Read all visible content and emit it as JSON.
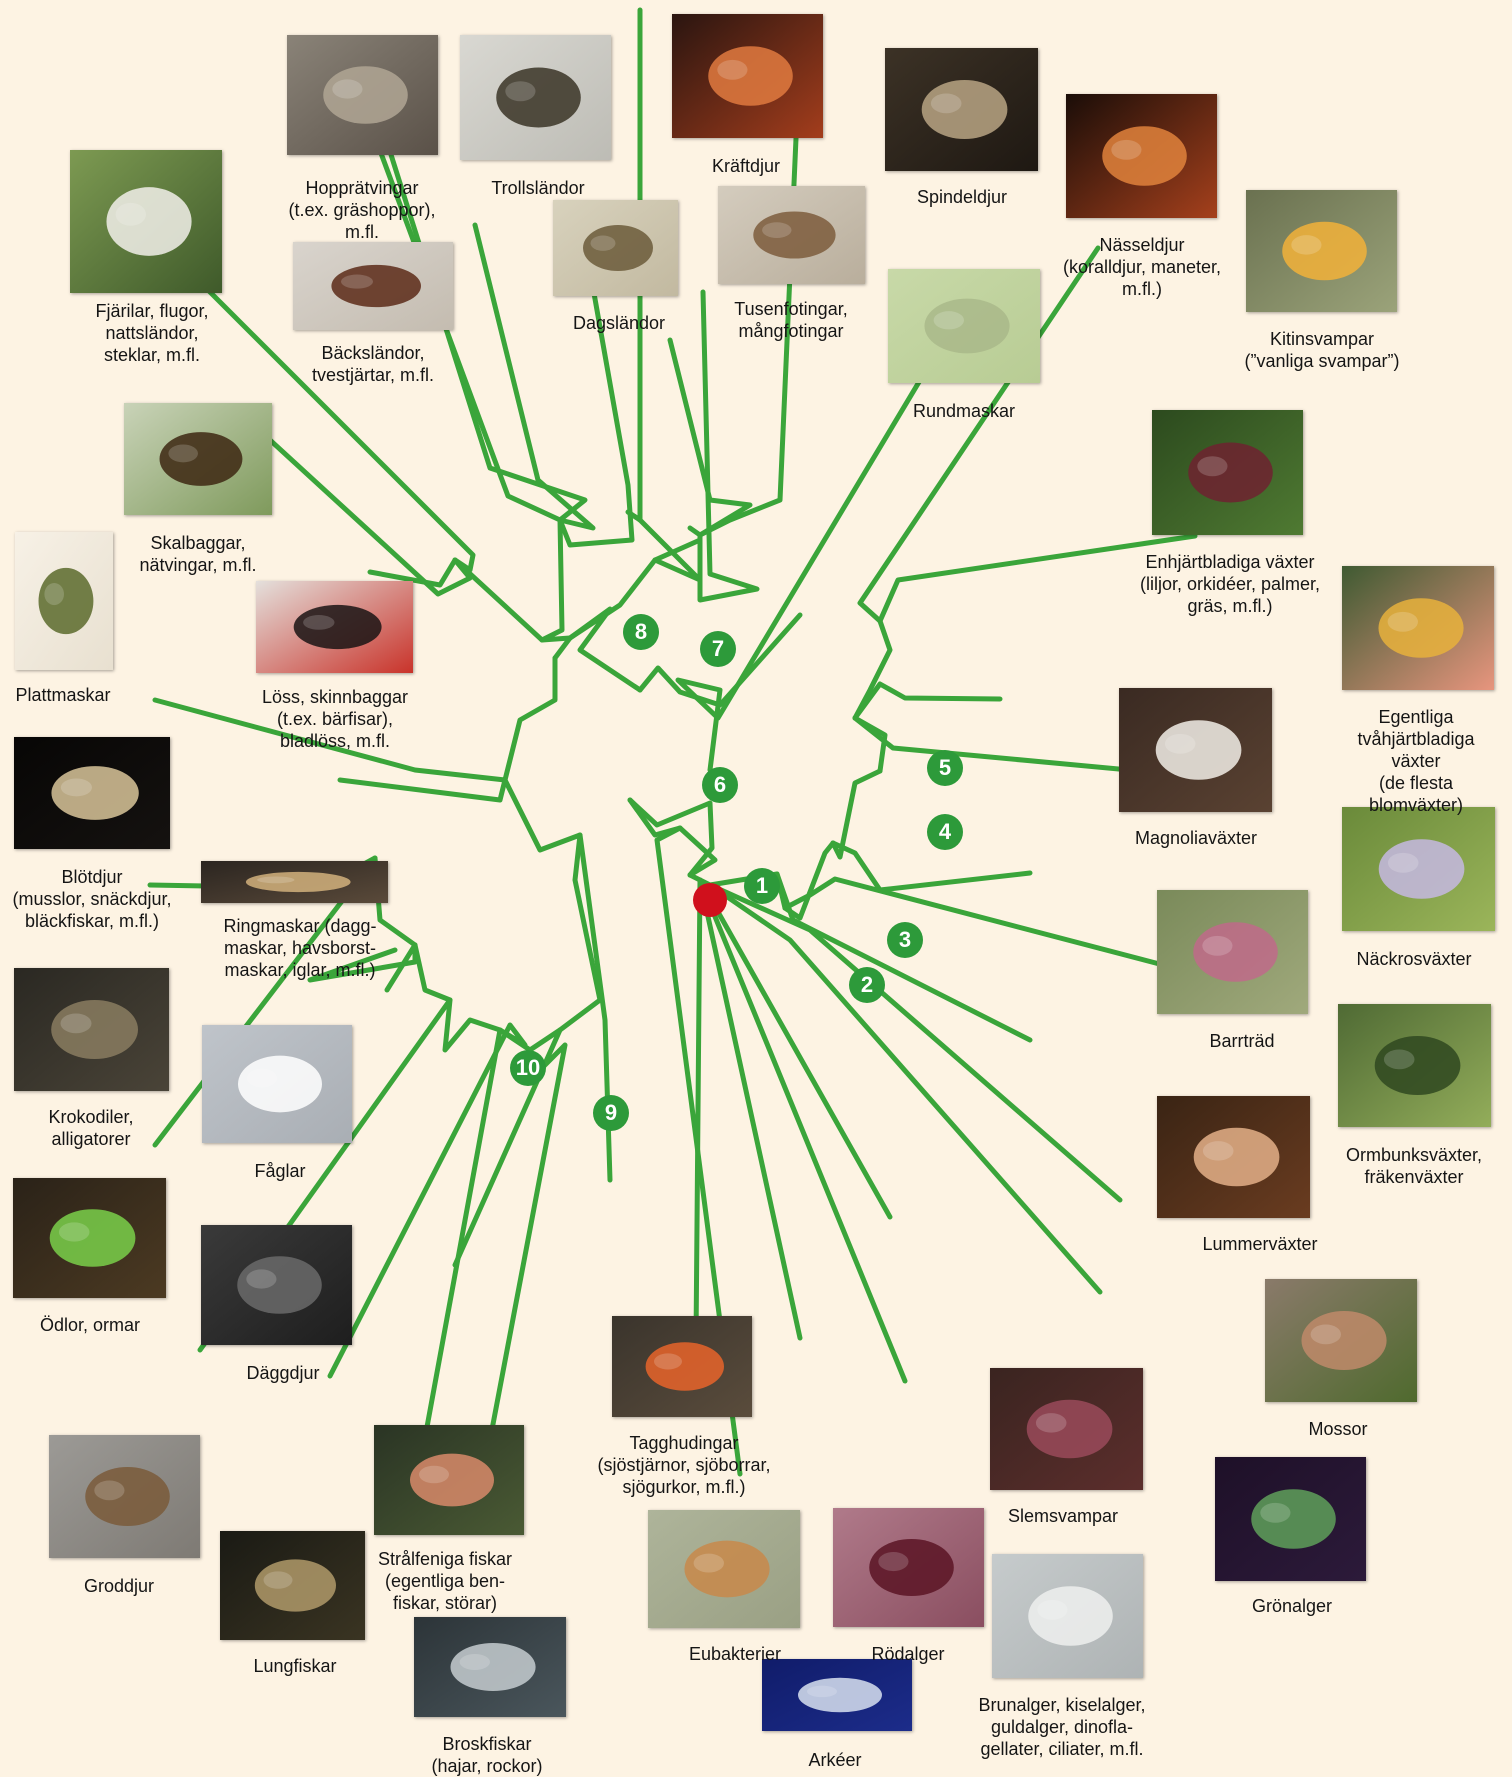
{
  "colors": {
    "background": "#fdf3e3",
    "branch": "#3aa53a",
    "node": "#2d9a3a",
    "root": "#d0101c"
  },
  "groups": [
    {
      "id": "fjarilar",
      "label": "Fjärilar, flugor,\nnattsländor,\nsteklar, m.fl.",
      "icon": "butterfly-photo"
    },
    {
      "id": "hoppratvingar",
      "label": "Hopprätvingar\n(t.ex. gräshoppor),\nm.fl.",
      "icon": "grasshopper-photo"
    },
    {
      "id": "trollslandor",
      "label": "Trollsländor",
      "icon": "dragonfly-photo"
    },
    {
      "id": "kraftdjur",
      "label": "Kräftdjur",
      "icon": "crab-photo"
    },
    {
      "id": "spindeldjur",
      "label": "Spindeldjur",
      "icon": "spider-photo"
    },
    {
      "id": "nasseldjur",
      "label": "Nässeldjur\n(koralldjur, maneter,\nm.fl.)",
      "icon": "jellyfish-photo"
    },
    {
      "id": "kitinsvampar",
      "label": "Kitinsvampar\n(”vanliga svampar”)",
      "icon": "mushroom-photo"
    },
    {
      "id": "backslandor",
      "label": "Bäcksländor,\ntvestjärtar, m.fl.",
      "icon": "earwig-photo"
    },
    {
      "id": "dagslandor",
      "label": "Dagsländor",
      "icon": "mayfly-photo"
    },
    {
      "id": "tusenfotingar",
      "label": "Tusenfotingar,\nmångfotingar",
      "icon": "millipede-photo"
    },
    {
      "id": "rundmaskar",
      "label": "Rundmaskar",
      "icon": "roundworm-photo"
    },
    {
      "id": "skalbaggar",
      "label": "Skalbaggar,\nnätvingar, m.fl.",
      "icon": "beetle-photo"
    },
    {
      "id": "enhjartbladiga",
      "label": "Enhjärtbladiga växter\n(liljor, orkidéer, palmer,\ngräs, m.fl.)",
      "icon": "orchid-photo"
    },
    {
      "id": "plattmaskar",
      "label": "Plattmaskar",
      "icon": "flatworm-photo"
    },
    {
      "id": "loss",
      "label": "Löss, skinnbaggar\n(t.ex. bärfisar),\nbladlöss, m.fl.",
      "icon": "bug-photo"
    },
    {
      "id": "tvahjartbladiga",
      "label": "Egentliga\ntvåhjärtbladiga växter\n(de flesta blomväxter)",
      "icon": "flower-photo"
    },
    {
      "id": "magnolia",
      "label": "Magnoliaväxter",
      "icon": "magnolia-photo"
    },
    {
      "id": "blotdjur",
      "label": "Blötdjur\n(musslor, snäckdjur,\nbläckfiskar, m.fl.)",
      "icon": "snail-shell-photo"
    },
    {
      "id": "ringmaskar",
      "label": "Ringmaskar (dagg-\nmaskar, havsborst-\nmaskar, iglar, m.fl.)",
      "icon": "bristleworm-photo"
    },
    {
      "id": "nackros",
      "label": "Näckrosväxter",
      "icon": "waterlily-photo"
    },
    {
      "id": "barrtrad",
      "label": "Barrträd",
      "icon": "conifer-photo"
    },
    {
      "id": "krokodiler",
      "label": "Krokodiler,\nalligatorer",
      "icon": "crocodile-photo"
    },
    {
      "id": "faglar",
      "label": "Fåglar",
      "icon": "gull-photo"
    },
    {
      "id": "ormbunk",
      "label": "Ormbunksväxter,\nfräkenväxter",
      "icon": "fern-photo"
    },
    {
      "id": "lummer",
      "label": "Lummerväxter",
      "icon": "clubmoss-photo"
    },
    {
      "id": "odlor",
      "label": "Ödlor, ormar",
      "icon": "snake-photo"
    },
    {
      "id": "daggdjur",
      "label": "Däggdjur",
      "icon": "gorilla-photo"
    },
    {
      "id": "mossor",
      "label": "Mossor",
      "icon": "moss-photo"
    },
    {
      "id": "tagghudingar",
      "label": "Tagghudingar\n(sjöstjärnor, sjöborrar,\nsjögurkor, m.fl.)",
      "icon": "starfish-photo"
    },
    {
      "id": "slemsvampar",
      "label": "Slemsvampar",
      "icon": "slimemold-photo"
    },
    {
      "id": "groddjur",
      "label": "Groddjur",
      "icon": "toad-photo"
    },
    {
      "id": "stralfeniga",
      "label": "Strålfeniga fiskar\n(egentliga ben-\nfiskar, störar)",
      "icon": "fish-photo"
    },
    {
      "id": "gronalger",
      "label": "Grönalger",
      "icon": "greenalgae-photo"
    },
    {
      "id": "eubakterier",
      "label": "Eubakterier",
      "icon": "bacteria-photo"
    },
    {
      "id": "rodalger",
      "label": "Rödalger",
      "icon": "redalgae-photo"
    },
    {
      "id": "lungfiskar",
      "label": "Lungfiskar",
      "icon": "lungfish-photo"
    },
    {
      "id": "brunalger",
      "label": "Brunalger, kiselalger,\nguldalger, dinofla-\ngellater, ciliater, m.fl.",
      "icon": "diatom-photo"
    },
    {
      "id": "broskfiskar",
      "label": "Broskfiskar\n(hajar, rockor)",
      "icon": "shark-photo"
    },
    {
      "id": "arkeer",
      "label": "Arkéer",
      "icon": "archaea-photo"
    }
  ],
  "nodes": [
    "1",
    "2",
    "3",
    "4",
    "5",
    "6",
    "7",
    "8",
    "9",
    "10"
  ]
}
